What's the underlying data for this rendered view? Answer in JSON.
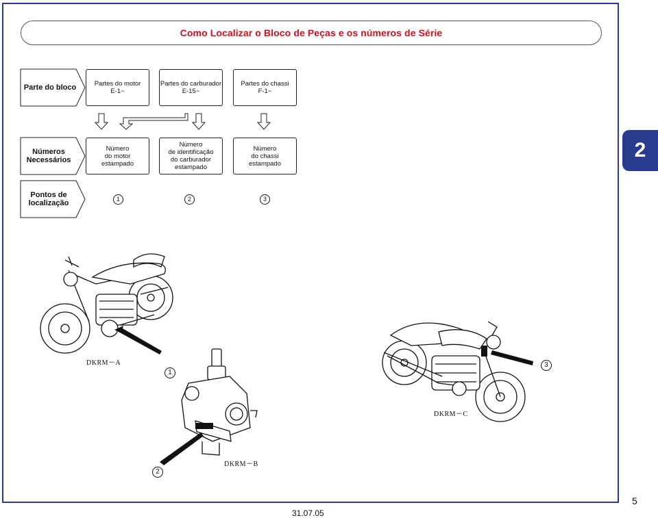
{
  "title": "Como Localizar o Bloco de Peças e os números de Série",
  "section_tab": "2",
  "rows": {
    "parte_do_bloco": "Parte do bloco",
    "numeros_necessarios": [
      "Números",
      "Necessários"
    ],
    "pontos_de_localizacao": [
      "Pontos de",
      "localização"
    ]
  },
  "parts": [
    {
      "line1": "Partes do motor",
      "line2": "E-1~"
    },
    {
      "line1": "Partes do carburador",
      "line2": "E-15~"
    },
    {
      "line1": "Partes do chassi",
      "line2": "F-1~"
    }
  ],
  "numbers": [
    {
      "lines": [
        "Número",
        "do motor",
        "estampado"
      ]
    },
    {
      "lines": [
        "Número",
        "de identificação",
        "do carburador",
        "estampado"
      ]
    },
    {
      "lines": [
        "Número",
        "do chassi",
        "estampado"
      ]
    }
  ],
  "location_markers": [
    "1",
    "2",
    "3"
  ],
  "illustrations": {
    "model_a": "DKRM－A",
    "model_b": "DKRM－B",
    "model_c": "DKRM－C",
    "marker_1": "1",
    "marker_2": "2",
    "marker_3": "3"
  },
  "footer": {
    "date": "31.07.05",
    "page": "5"
  },
  "colors": {
    "frame": "#2a3a8c",
    "title": "#d01020",
    "tab": "#2a3a8c"
  }
}
